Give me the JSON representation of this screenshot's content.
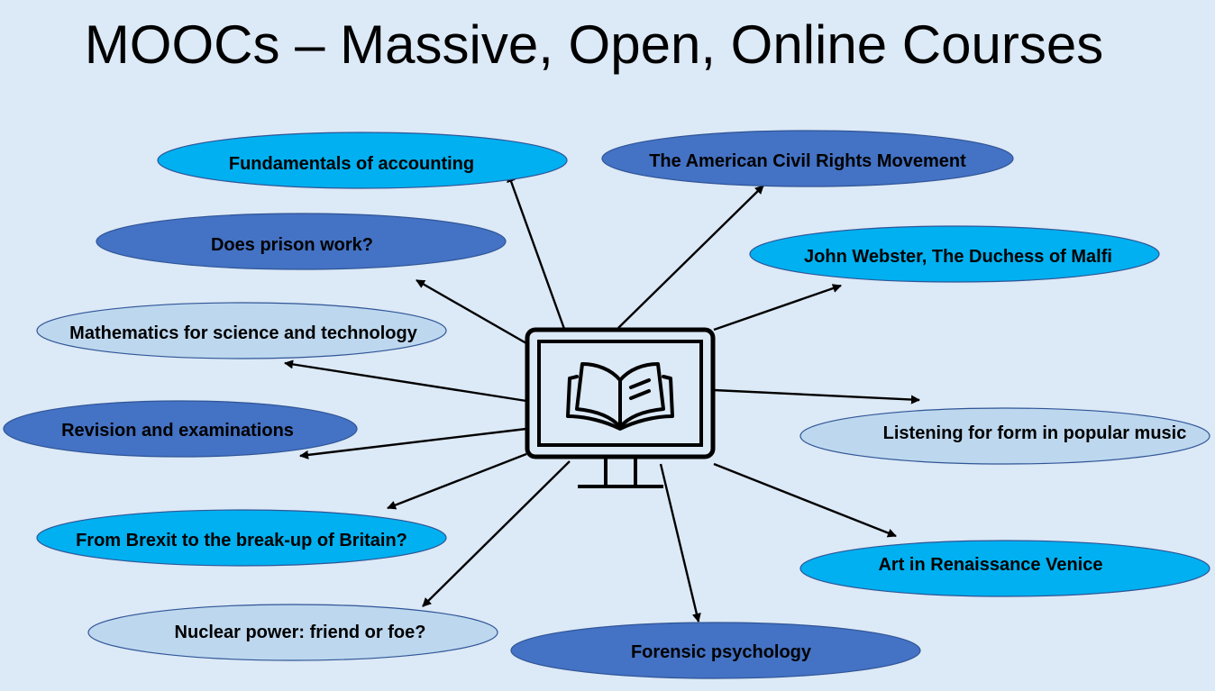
{
  "slide": {
    "title": "MOOCs – Massive, Open, Online Courses"
  },
  "center": {
    "icon": "monitor-with-open-book-icon"
  },
  "courses": [
    {
      "label": "Fundamentals of accounting",
      "color": "#00b0f0"
    },
    {
      "label": "The American Civil Rights Movement",
      "color": "#4472c4"
    },
    {
      "label": "Does prison work?",
      "color": "#4472c4"
    },
    {
      "label": "John Webster, The Duchess of Malfi",
      "color": "#00b0f0"
    },
    {
      "label": "Mathematics for science and technology",
      "color": "#bdd7ee"
    },
    {
      "label": "Revision and examinations",
      "color": "#4472c4"
    },
    {
      "label": "Listening for form in popular music",
      "color": "#bdd7ee"
    },
    {
      "label": "From Brexit to the break-up of Britain?",
      "color": "#00b0f0"
    },
    {
      "label": "Art in Renaissance Venice",
      "color": "#00b0f0"
    },
    {
      "label": "Nuclear power: friend or foe?",
      "color": "#bdd7ee"
    },
    {
      "label": "Forensic psychology",
      "color": "#4472c4"
    }
  ]
}
